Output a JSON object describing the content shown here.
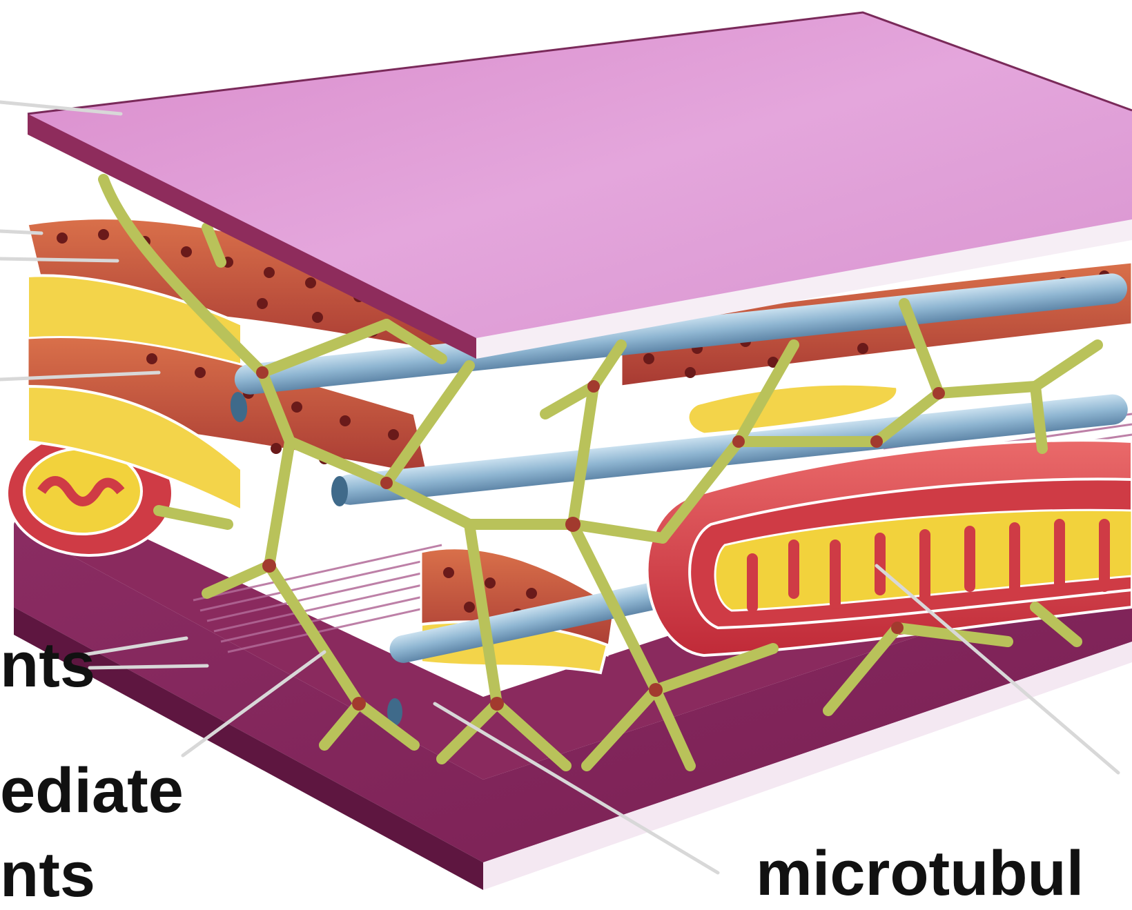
{
  "labels": {
    "filaments_top": "nts",
    "intermediate": "ediate",
    "filaments_bottom": "nts",
    "microtubules": "microtubul"
  },
  "colors": {
    "membrane_top": "#dc94d0",
    "membrane_edge": "#8e2c5c",
    "floor": "#7f2458",
    "floor_side": "#6a1c48",
    "rough_er": "#b94a3c",
    "ribosome": "#6a1a1a",
    "er_lumen": "#f3d44a",
    "mitochondrion": "#cf3b45",
    "cristae": "#f2d23c",
    "microtubule": "#8fb6d2",
    "microtrabecular_lattice": "#b9c25a",
    "leader_line": "#d8d8d8"
  }
}
